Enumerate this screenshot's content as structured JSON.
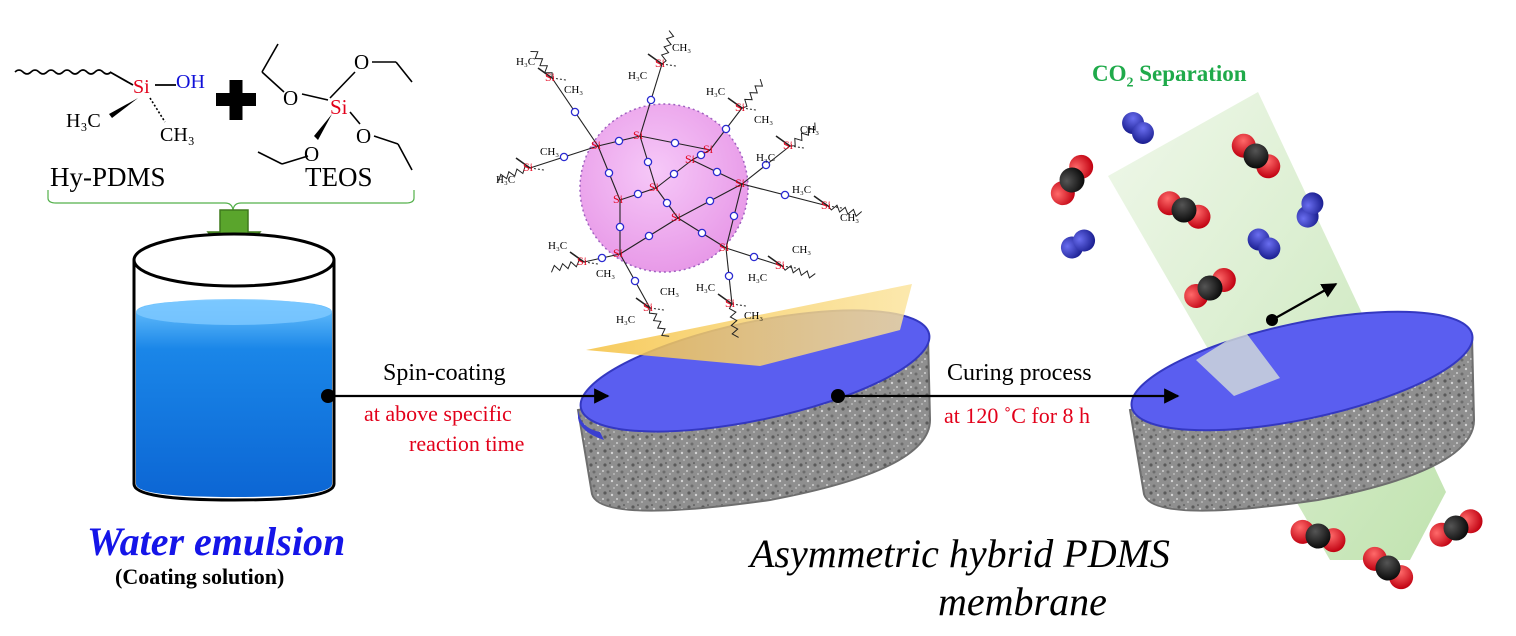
{
  "reactants": {
    "hy_pdms": {
      "label": "Hy-PDMS",
      "si": "Si",
      "oh": "OH",
      "h3c": "H₃C",
      "ch3": "CH₃"
    },
    "plus": "+",
    "teos": {
      "label": "TEOS",
      "si": "Si"
    }
  },
  "emulsion": {
    "title": "Water emulsion",
    "subtitle": "(Coating solution)"
  },
  "step1": {
    "label": "Spin-coating",
    "condition_line1": "at above specific",
    "condition_line2": "reaction time"
  },
  "step2": {
    "label": "Curing process",
    "condition": "at 120 ˚C for 8 h"
  },
  "product": {
    "title_line1": "Asymmetric hybrid PDMS",
    "title_line2": "membrane"
  },
  "separation": {
    "title_prefix": "CO",
    "title_sub": "2",
    "title_suffix": " Separation"
  },
  "network": {
    "si": "Si",
    "ch3": "CH₃",
    "h3c": "H₃C"
  },
  "colors": {
    "accent_green": "#1faa4a",
    "water_blue": "#1a86e8",
    "membrane_blue": "#5a5ef0",
    "condition_red": "#e2001a",
    "emulsion_blue": "#1515e8",
    "nanoparticle": "#eea6f0",
    "co2_red": "#e8202a",
    "n2_blue": "#2a2eb8"
  }
}
